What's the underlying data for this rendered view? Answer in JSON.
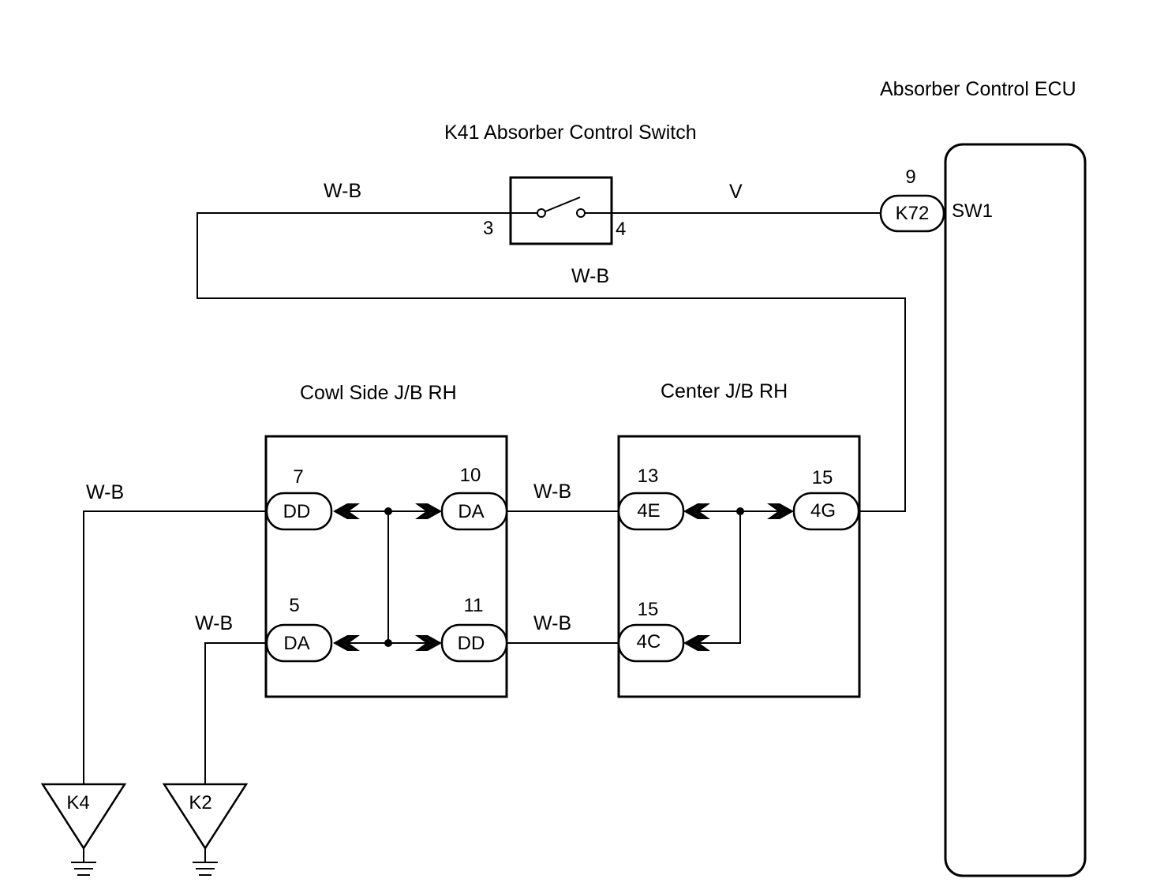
{
  "titles": {
    "ecu": "Absorber Control ECU",
    "switch": "K41 Absorber Control Switch",
    "cowl_jb": "Cowl Side J/B RH",
    "center_jb": "Center J/B RH"
  },
  "switch": {
    "pin_left": "3",
    "pin_right": "4"
  },
  "ecu": {
    "connector": "K72",
    "pin": "9",
    "terminal": "SW1"
  },
  "wires": {
    "top_left": "W-B",
    "top_right": "V",
    "return": "W-B",
    "cowl_upper_left": "W-B",
    "cowl_lower_left": "W-B",
    "between_upper": "W-B",
    "between_lower": "W-B"
  },
  "cowl_jb": {
    "upper_left": {
      "pin": "7",
      "connector": "DD"
    },
    "upper_right": {
      "pin": "10",
      "connector": "DA"
    },
    "lower_left": {
      "pin": "5",
      "connector": "DA"
    },
    "lower_right": {
      "pin": "11",
      "connector": "DD"
    }
  },
  "center_jb": {
    "upper_left": {
      "pin": "13",
      "connector": "4E"
    },
    "upper_right": {
      "pin": "15",
      "connector": "4G"
    },
    "lower_left": {
      "pin": "15",
      "connector": "4C"
    }
  },
  "grounds": [
    {
      "label": "K4"
    },
    {
      "label": "K2"
    }
  ]
}
